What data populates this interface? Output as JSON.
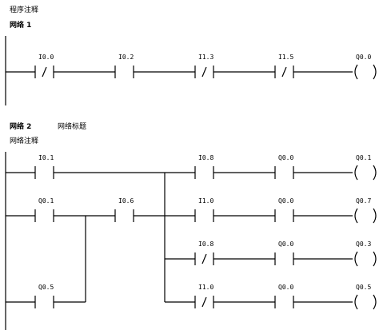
{
  "program_comment": "程序注释",
  "networks": [
    {
      "label": "网络 1",
      "title": "",
      "comment": ""
    },
    {
      "label": "网络 2",
      "title": "网络标题",
      "comment": "网络注释"
    }
  ],
  "ladder": {
    "network1": {
      "contacts": [
        {
          "addr": "I0.0",
          "type": "NC"
        },
        {
          "addr": "I0.2",
          "type": "NO"
        },
        {
          "addr": "I1.3",
          "type": "NC"
        },
        {
          "addr": "I1.5",
          "type": "NC"
        }
      ],
      "coil": {
        "addr": "Q0.0"
      }
    },
    "network2": {
      "input_contacts": [
        {
          "addr": "I0.1",
          "type": "NO"
        },
        {
          "addr": "Q0.1",
          "type": "NO"
        },
        {
          "addr": "I0.6",
          "type": "NO"
        },
        {
          "addr": "Q0.5",
          "type": "NO"
        }
      ],
      "output_branches": [
        {
          "contact1": {
            "addr": "I0.8",
            "type": "NO"
          },
          "contact2": {
            "addr": "Q0.0",
            "type": "NO"
          },
          "coil": "Q0.1"
        },
        {
          "contact1": {
            "addr": "I1.0",
            "type": "NO"
          },
          "contact2": {
            "addr": "Q0.0",
            "type": "NO"
          },
          "coil": "Q0.7"
        },
        {
          "contact1": {
            "addr": "I0.8",
            "type": "NC"
          },
          "contact2": {
            "addr": "Q0.0",
            "type": "NO"
          },
          "coil": "Q0.3"
        },
        {
          "contact1": {
            "addr": "I1.0",
            "type": "NC"
          },
          "contact2": {
            "addr": "Q0.0",
            "type": "NO"
          },
          "coil": "Q0.5"
        }
      ]
    }
  }
}
